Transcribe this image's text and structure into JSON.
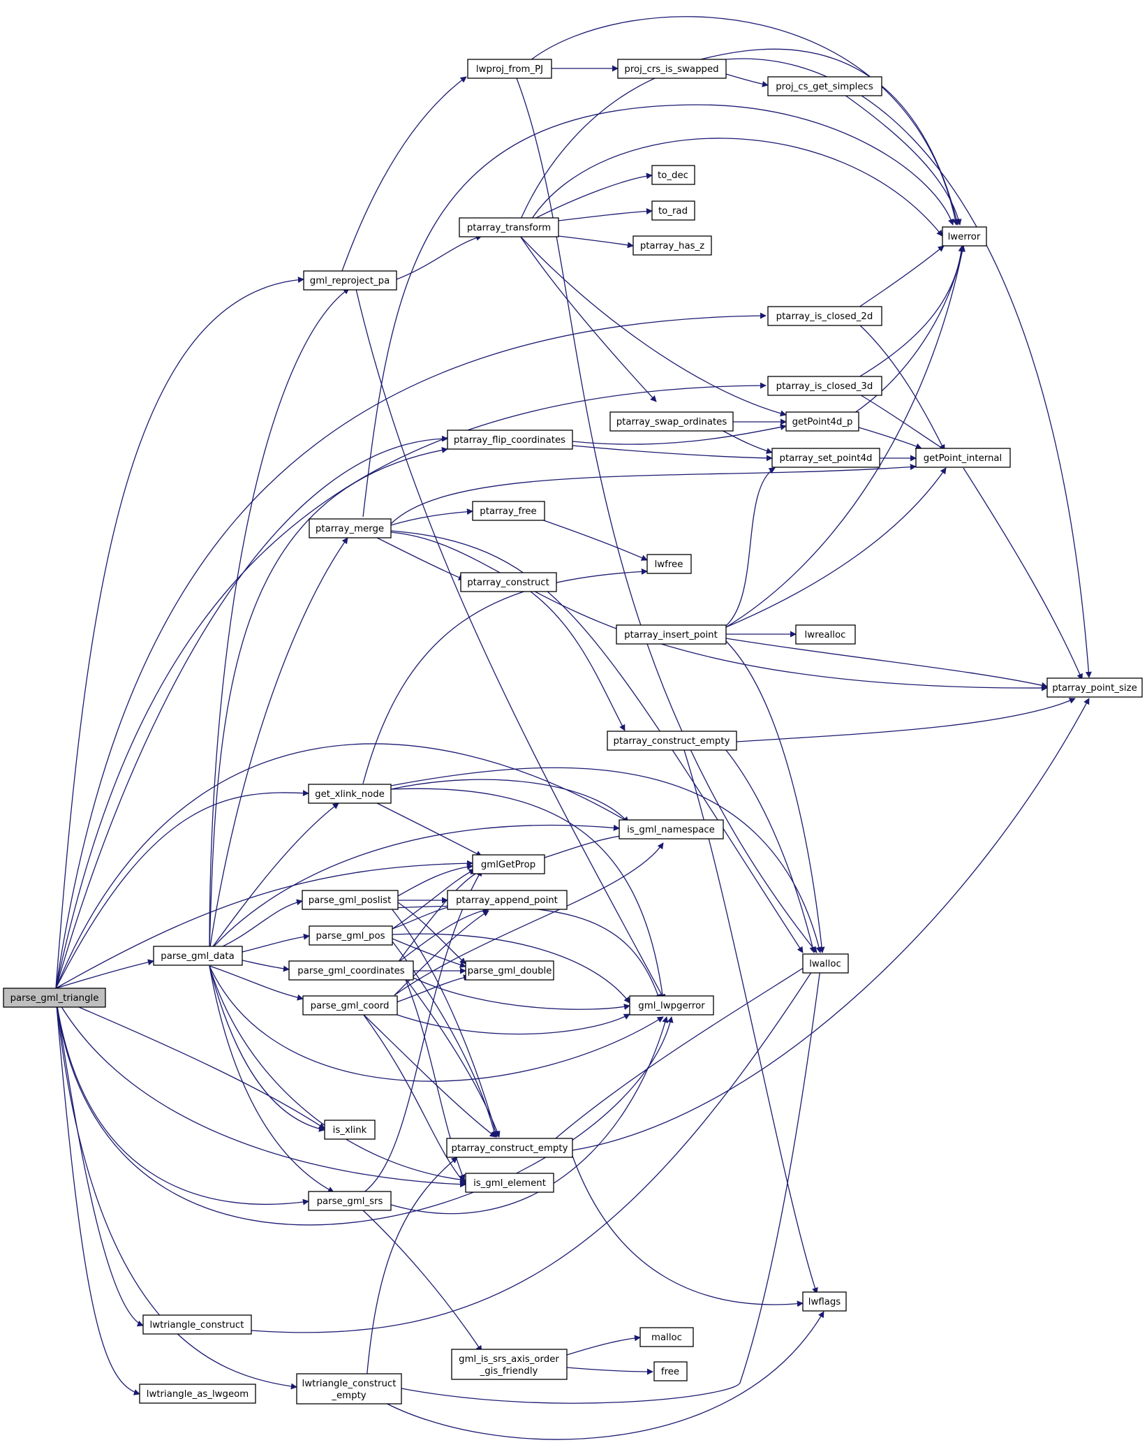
{
  "diagram": {
    "root": "parse_gml_triangle",
    "nodes": {
      "parse_gml_triangle": "parse_gml_triangle",
      "parse_gml_data": "parse_gml_data",
      "gml_reproject_pa": "gml_reproject_pa",
      "lwproj_from_PJ": "lwproj_from_PJ",
      "proj_crs_is_swapped": "proj_crs_is_swapped",
      "proj_cs_get_simplecs": "proj_cs_get_simplecs",
      "lwerror": "lwerror",
      "to_dec": "to_dec",
      "to_rad": "to_rad",
      "ptarray_transform": "ptarray_transform",
      "ptarray_has_z": "ptarray_has_z",
      "ptarray_is_closed_2d": "ptarray_is_closed_2d",
      "ptarray_is_closed_3d": "ptarray_is_closed_3d",
      "ptarray_swap_ordinates": "ptarray_swap_ordinates",
      "getPoint4d_p": "getPoint4d_p",
      "ptarray_flip_coordinates": "ptarray_flip_coordinates",
      "ptarray_set_point4d": "ptarray_set_point4d",
      "getPoint_internal": "getPoint_internal",
      "ptarray_free": "ptarray_free",
      "ptarray_merge": "ptarray_merge",
      "lwfree": "lwfree",
      "ptarray_construct": "ptarray_construct",
      "ptarray_insert_point": "ptarray_insert_point",
      "lwrealloc": "lwrealloc",
      "ptarray_point_size": "ptarray_point_size",
      "ptarray_construct_empty_top": "ptarray_construct_empty",
      "get_xlink_node": "get_xlink_node",
      "is_gml_namespace": "is_gml_namespace",
      "gmlGetProp": "gmlGetProp",
      "parse_gml_poslist": "parse_gml_poslist",
      "ptarray_append_point": "ptarray_append_point",
      "parse_gml_pos": "parse_gml_pos",
      "lwalloc": "lwalloc",
      "parse_gml_coordinates": "parse_gml_coordinates",
      "parse_gml_double": "parse_gml_double",
      "parse_gml_coord": "parse_gml_coord",
      "gml_lwpgerror": "gml_lwpgerror",
      "is_xlink": "is_xlink",
      "ptarray_construct_empty_bottom": "ptarray_construct_empty",
      "is_gml_element": "is_gml_element",
      "parse_gml_srs": "parse_gml_srs",
      "lwflags": "lwflags",
      "lwtriangle_construct": "lwtriangle_construct",
      "malloc": "malloc",
      "gml_is_srs_axis_order_line1": "gml_is_srs_axis_order",
      "gml_is_srs_axis_order_line2": "_gis_friendly",
      "free": "free",
      "lwtriangle_as_lwgeom": "lwtriangle_as_lwgeom",
      "lwtriangle_construct_empty_line1": "lwtriangle_construct",
      "lwtriangle_construct_empty_line2": "_empty"
    },
    "colors": {
      "edge": "#191970",
      "root_fill": "#bfbfbf",
      "node_fill": "#ffffff",
      "node_border": "#000000"
    }
  }
}
